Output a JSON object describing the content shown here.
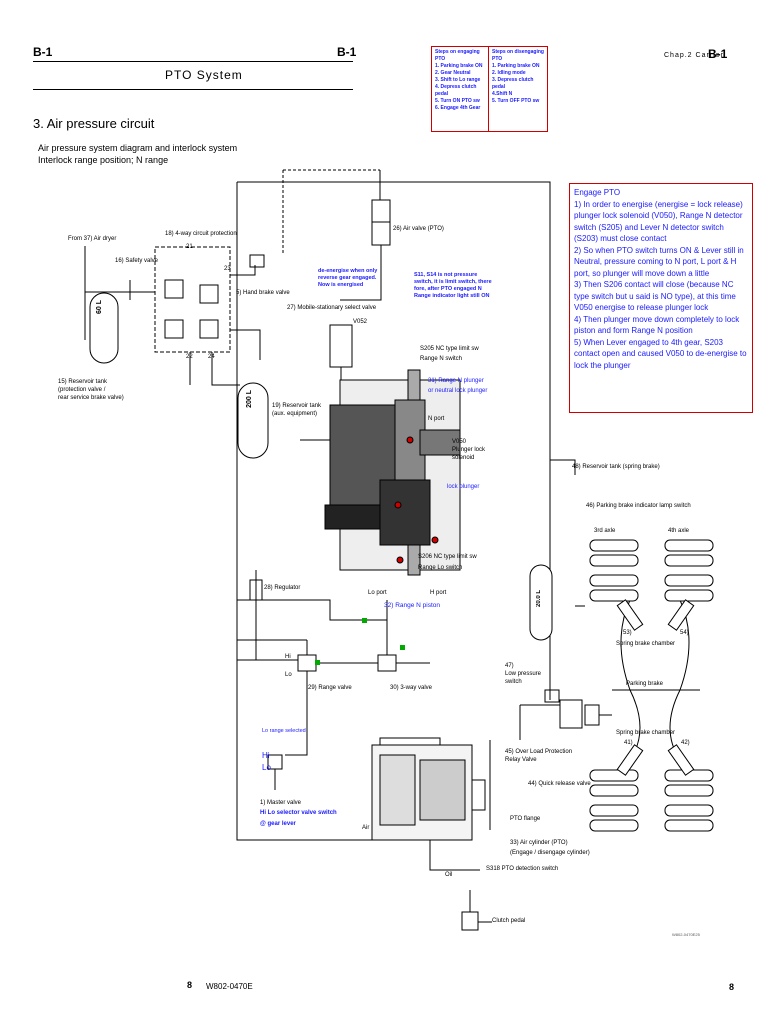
{
  "header": {
    "left_code": "B-1",
    "center_code": "B-1",
    "right_chap": "Chap.2  Carrier",
    "right_code": "B-1",
    "title": "PTO System"
  },
  "section": {
    "title": "3.  Air pressure circuit",
    "sub1": "Air pressure system diagram and interlock system",
    "sub2": "Interlock range position; N range"
  },
  "steps_engaging": {
    "title": "Steps on engaging PTO",
    "items": [
      "1. Parking brake ON",
      "2. Gear Neutral",
      "3. Shift to Lo range",
      "4. Depress clutch pedal",
      "5. Turn ON PTO sw",
      "6. Engage 4th Gear"
    ]
  },
  "steps_disengaging": {
    "title": "Steps on disengaging PTO",
    "items": [
      "1. Parking brake ON",
      "2. Idling mode",
      "3. Depress clutch pedal",
      "4.Shift N",
      "5. Turn OFF PTO sw"
    ]
  },
  "engage_box": {
    "title": "Engage PTO",
    "items": [
      "1) In order to energise (energise = lock release) plunger lock solenoid (V050), Range N detector switch (S205) and Lever N detector switch (S203) must close contact",
      "2) So when PTO switch turns ON & Lever still in Neutral, pressure coming to N port, L port & H port, so plunger will move down a little",
      "3) Then S206 contact will close (because NC type switch but u said is NO type), at this time V050 energise to release plunger lock",
      "4) Then plunger move down completely to lock piston and form Range N position",
      "5) When Lever engaged to 4th gear, S203 contact open and caused V050 to de-energise to lock the plunger"
    ]
  },
  "labels": {
    "from_dryer": "From 37) Air dryer",
    "safety_valve": "16) Safety valve",
    "circuit_protection": "18) 4-way circuit protection",
    "tank_15": "15) Reservoir tank",
    "tank_15b": "(protection valve /",
    "tank_15c": "rear service brake valve)",
    "tank_15_vol": "60 L",
    "hand_brake": "5) Hand brake valve",
    "air_valve_26": "26) Air valve (PTO)",
    "mobile_select": "27) Mobile-stationary select valve",
    "tank_19": "19) Reservoir tank",
    "tank_19b": "(aux. equipment)",
    "tank_19_vol": "200 L",
    "deenergise": "de-energise when only reverse gear engaged. Now is energised",
    "s11_note": "S11, S14 is not pressure switch, it is limit switch, there fore, after PTO engaged N Range indicator light still ON",
    "v052": "V052",
    "s205": "S205 NC type limit sw",
    "s205b": "Range N switch",
    "range_n_plunger": "31) Range N plunger",
    "range_n_plunger2": "or neutral lock plunger",
    "n_port": "N port",
    "v050": "V050",
    "v050b": "Plunger lock",
    "v050c": "solenoid",
    "lock_plunger": "lock plunger",
    "s206": "S206 NC type limit sw",
    "s206b": "Range Lo switch",
    "lo_port": "Lo port",
    "h_port": "H port",
    "range_n_piston": "32) Range N piston",
    "regulator": "28) Regulator",
    "hi": "Hi",
    "lo": "Lo",
    "range_valve": "29) Range valve",
    "three_way": "30) 3-way valve",
    "lo_range_selected": "Lo range selected",
    "master_valve": "1) Master valve",
    "hilo_switch": "Hi Lo selector valve switch",
    "gear_lever": "@ gear lever",
    "air": "Air",
    "oil": "Oil",
    "pto_flange": "PTO flange",
    "air_cyl": "33) Air cylinder (PTO)",
    "air_cyl2": "(Engage / disengage cylinder)",
    "s318": "S318  PTO detection switch",
    "clutch": "Clutch pedal",
    "tank_48": "48) Reservoir tank (spring brake)",
    "lamp_switch": "46) Parking brake indicator lamp switch",
    "axle3": "3rd axle",
    "axle4": "4th axle",
    "c53": "53)",
    "c54": "54)",
    "sbc_top": "Spring brake chamber",
    "parking_brake": "Parking brake",
    "sbc_bottom": "Spring brake chamber",
    "c41": "41)",
    "c42": "42)",
    "tank_48_vol": "20.0 L",
    "low_pressure": "47)",
    "low_pressure2": "Low pressure",
    "low_pressure3": "switch",
    "overload": "45) Over Load Protection",
    "overload2": "Relay Valve",
    "quick_release": "44) Quick release valve",
    "n21": "21",
    "n22": "22",
    "n23": "23",
    "n24": "24",
    "small_code": "W802-0470E25"
  },
  "footer": {
    "left_page": "8",
    "code": "W802-0470E",
    "right_page": "8"
  },
  "colors": {
    "red": "#d00000",
    "blue": "#1a1aff"
  }
}
